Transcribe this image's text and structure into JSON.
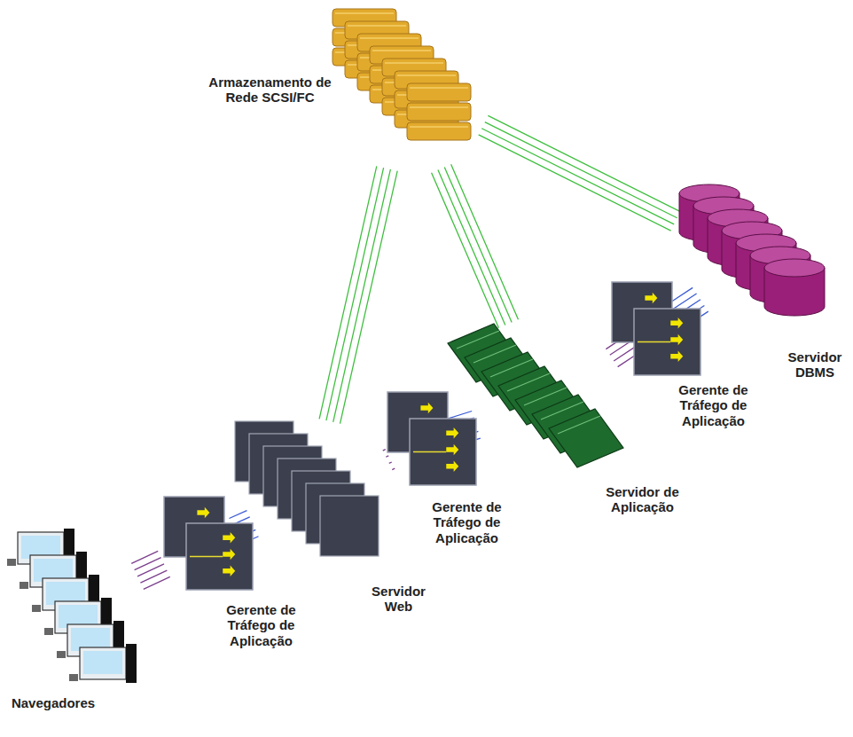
{
  "diagram": {
    "nodes": [
      {
        "text": [
          "Armazenamento de Rede SCSI/FC"
        ]
      },
      {
        "text": [
          "Navegadores"
        ]
      },
      {
        "text": [
          "Gerente de Tráfego de Aplicação"
        ]
      },
      {
        "text": [
          "Servidor Web"
        ]
      },
      {
        "text": [
          "Gerente de Tráfego de Aplicação"
        ]
      },
      {
        "text": [
          "Servidor de Aplicação"
        ]
      },
      {
        "text": [
          "Gerente de Tráfego de Aplicação"
        ]
      },
      {
        "text": [
          "Servidor DBMS"
        ]
      }
    ],
    "edges": [
      {
        "from": 1,
        "to": 2,
        "arrow": "none"
      },
      {
        "from": 2,
        "to": 3,
        "arrow": "none"
      },
      {
        "from": 3,
        "to": 4,
        "arrow": "none"
      },
      {
        "from": 4,
        "to": 5,
        "arrow": "none"
      },
      {
        "from": 5,
        "to": 6,
        "arrow": "none"
      },
      {
        "from": 6,
        "to": 7,
        "arrow": "none"
      },
      {
        "from": 0,
        "to": 3,
        "arrow": "none"
      },
      {
        "from": 0,
        "to": 5,
        "arrow": "none"
      },
      {
        "from": 0,
        "to": 7,
        "arrow": "none"
      }
    ]
  }
}
